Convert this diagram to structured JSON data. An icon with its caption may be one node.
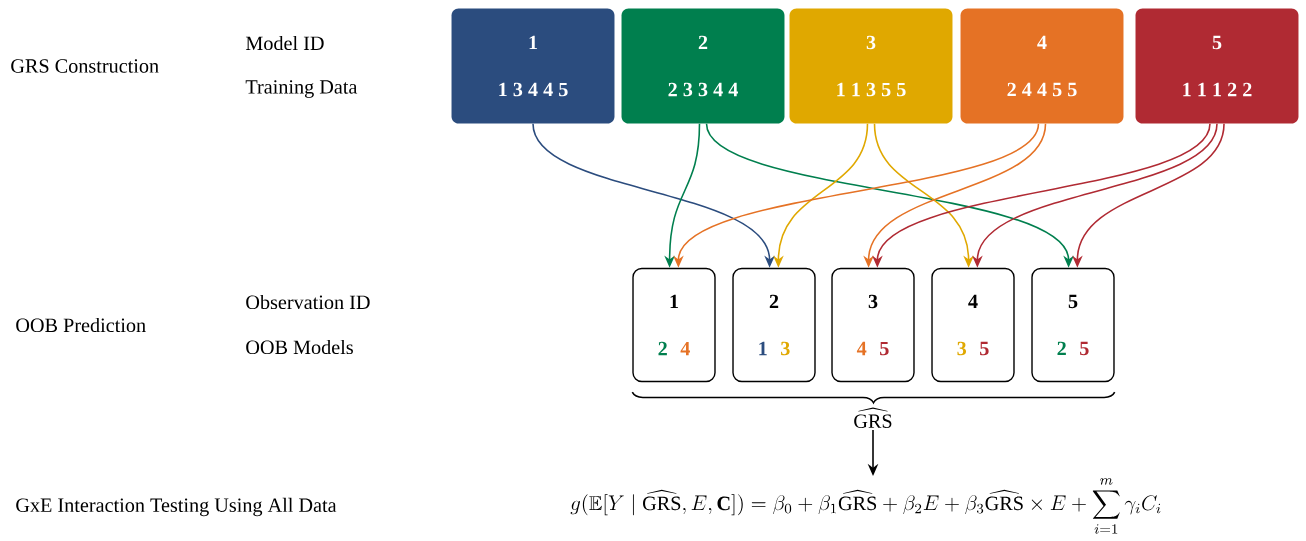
{
  "diagram": {
    "nodes": [
      {
        "text": [
          "1",
          "1 3 4 4 5"
        ]
      },
      {
        "text": [
          "2",
          "2 3 3 4 4"
        ]
      },
      {
        "text": [
          "3",
          "1 1 3 5 5"
        ]
      },
      {
        "text": [
          "4",
          "2 4 4 5 5"
        ]
      },
      {
        "text": [
          "5",
          "1 1 1 2 2"
        ]
      },
      {
        "text": [
          "1",
          "2",
          "4"
        ]
      },
      {
        "text": [
          "2",
          "1",
          "3"
        ]
      },
      {
        "text": [
          "3",
          "4",
          "5"
        ]
      },
      {
        "text": [
          "4",
          "3",
          "5"
        ]
      },
      {
        "text": [
          "5",
          "2",
          "5"
        ]
      },
      {
        "text": [
          "\\widehat{\\mathrm{GRS}}"
        ]
      },
      {
        "text": [
          "g(\\mathbb{E}[Y \\mid \\widehat{\\mathrm{GRS}}, E, \\mathbf{C}]) = \\beta_0 + \\beta_1\\widehat{\\mathrm{GRS}} + \\beta_2 E + \\beta_3\\widehat{\\mathrm{GRS}} \\times E + \\sum_{i=1}^{m} \\gamma_i C_i"
        ]
      }
    ],
    "edges": [
      {
        "from": 0,
        "to": 6,
        "arrow": "to",
        "color": "#2b4c7e"
      },
      {
        "from": 1,
        "to": 5,
        "arrow": "to",
        "color": "#007f4e"
      },
      {
        "from": 1,
        "to": 9,
        "arrow": "to",
        "color": "#007f4e"
      },
      {
        "from": 2,
        "to": 6,
        "arrow": "to",
        "color": "#e0a800"
      },
      {
        "from": 2,
        "to": 8,
        "arrow": "to",
        "color": "#e0a800"
      },
      {
        "from": 3,
        "to": 5,
        "arrow": "to",
        "color": "#e57225"
      },
      {
        "from": 3,
        "to": 7,
        "arrow": "to",
        "color": "#e57225"
      },
      {
        "from": 4,
        "to": 7,
        "arrow": "to",
        "color": "#b02a33"
      },
      {
        "from": 4,
        "to": 8,
        "arrow": "to",
        "color": "#b02a33"
      },
      {
        "from": 4,
        "to": 9,
        "arrow": "to",
        "color": "#b02a33"
      },
      {
        "from": 10,
        "to": 11,
        "arrow": "to",
        "color": "#000000"
      }
    ],
    "labels": [
      "GRS Construction",
      "Model ID",
      "Training Data",
      "OOB Prediction",
      "Observation ID",
      "OOB Models",
      "GxE Interaction Testing Using All Data"
    ]
  }
}
